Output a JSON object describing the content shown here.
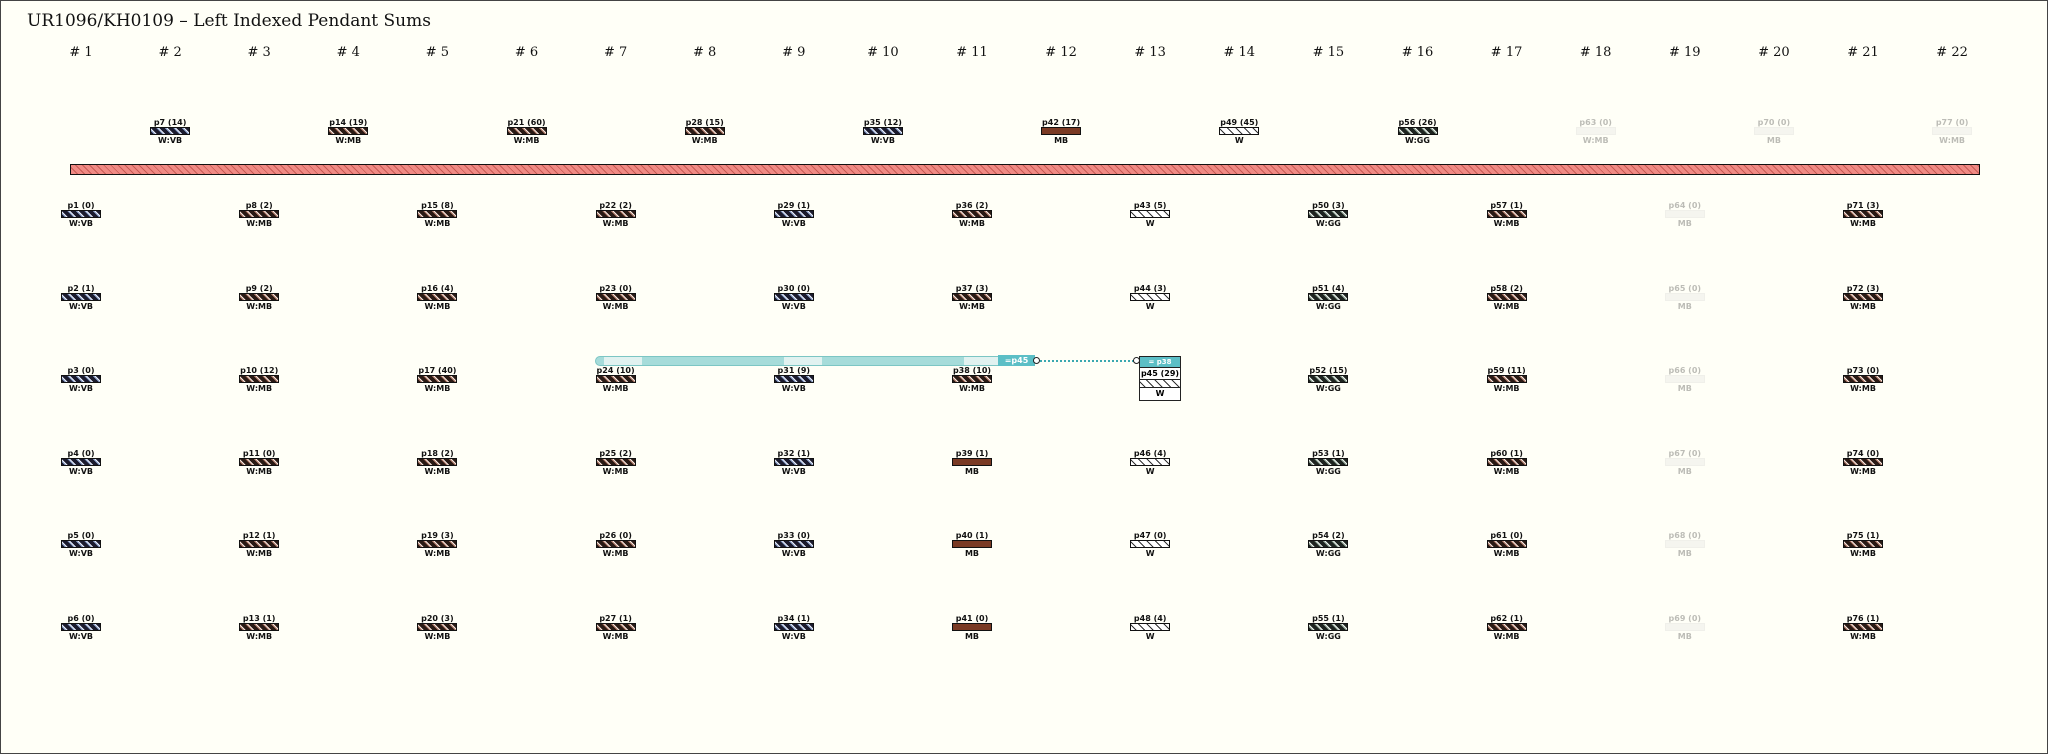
{
  "title": "UR1096/KH0109 – Left Indexed Pendant Sums",
  "main_cord_color": "#f08a84",
  "columns": [
    "# 1",
    "# 2",
    "# 3",
    "# 4",
    "# 5",
    "# 6",
    "# 7",
    "# 8",
    "# 9",
    "# 10",
    "# 11",
    "# 12",
    "# 13",
    "# 14",
    "# 15",
    "# 16",
    "# 17",
    "# 18",
    "# 19",
    "# 20",
    "# 21",
    "# 22"
  ],
  "top_pendants": [
    {
      "label": "p7 (14)",
      "color": "W:VB",
      "pattern": "VB",
      "col": 2
    },
    {
      "label": "p14 (19)",
      "color": "W:MB",
      "pattern": "MB",
      "col": 4
    },
    {
      "label": "p21 (60)",
      "color": "W:MB",
      "pattern": "MB",
      "col": 6
    },
    {
      "label": "p28 (15)",
      "color": "W:MB",
      "pattern": "MB",
      "col": 8
    },
    {
      "label": "p35 (12)",
      "color": "W:VB",
      "pattern": "VB",
      "col": 10
    },
    {
      "label": "p42 (17)",
      "color": "MB",
      "pattern": "MBs",
      "col": 12
    },
    {
      "label": "p49 (45)",
      "color": "W",
      "pattern": "W",
      "col": 14
    },
    {
      "label": "p56 (26)",
      "color": "W:GG",
      "pattern": "GG",
      "col": 16
    },
    {
      "label": "p63 (0)",
      "color": "W:MB",
      "pattern": "ghost",
      "col": 18,
      "ghost": true
    },
    {
      "label": "p70 (0)",
      "color": "MB",
      "pattern": "ghost",
      "col": 20,
      "ghost": true
    },
    {
      "label": "p77 (0)",
      "color": "W:MB",
      "pattern": "ghost",
      "col": 22,
      "ghost": true
    }
  ],
  "bottom_columns": [
    {
      "col": 1,
      "pendants": [
        {
          "label": "p1 (0)",
          "color": "W:VB",
          "pattern": "VB"
        },
        {
          "label": "p2 (1)",
          "color": "W:VB",
          "pattern": "VB"
        },
        {
          "label": "p3 (0)",
          "color": "W:VB",
          "pattern": "VB"
        },
        {
          "label": "p4 (0)",
          "color": "W:VB",
          "pattern": "VB"
        },
        {
          "label": "p5 (0)",
          "color": "W:VB",
          "pattern": "VB"
        },
        {
          "label": "p6 (0)",
          "color": "W:VB",
          "pattern": "VB"
        }
      ]
    },
    {
      "col": 3,
      "pendants": [
        {
          "label": "p8 (2)",
          "color": "W:MB",
          "pattern": "MB"
        },
        {
          "label": "p9 (2)",
          "color": "W:MB",
          "pattern": "MB"
        },
        {
          "label": "p10 (12)",
          "color": "W:MB",
          "pattern": "MB"
        },
        {
          "label": "p11 (0)",
          "color": "W:MB",
          "pattern": "MB"
        },
        {
          "label": "p12 (1)",
          "color": "W:MB",
          "pattern": "MB"
        },
        {
          "label": "p13 (1)",
          "color": "W:MB",
          "pattern": "MB"
        }
      ]
    },
    {
      "col": 5,
      "pendants": [
        {
          "label": "p15 (8)",
          "color": "W:MB",
          "pattern": "MB"
        },
        {
          "label": "p16 (4)",
          "color": "W:MB",
          "pattern": "MB"
        },
        {
          "label": "p17 (40)",
          "color": "W:MB",
          "pattern": "MB"
        },
        {
          "label": "p18 (2)",
          "color": "W:MB",
          "pattern": "MB"
        },
        {
          "label": "p19 (3)",
          "color": "W:MB",
          "pattern": "MB"
        },
        {
          "label": "p20 (3)",
          "color": "W:MB",
          "pattern": "MB"
        }
      ]
    },
    {
      "col": 7,
      "pendants": [
        {
          "label": "p22 (2)",
          "color": "W:MB",
          "pattern": "MB"
        },
        {
          "label": "p23 (0)",
          "color": "W:MB",
          "pattern": "MB"
        },
        {
          "label": "p24 (10)",
          "color": "W:MB",
          "pattern": "MB"
        },
        {
          "label": "p25 (2)",
          "color": "W:MB",
          "pattern": "MB"
        },
        {
          "label": "p26 (0)",
          "color": "W:MB",
          "pattern": "MB"
        },
        {
          "label": "p27 (1)",
          "color": "W:MB",
          "pattern": "MB"
        }
      ]
    },
    {
      "col": 9,
      "pendants": [
        {
          "label": "p29 (1)",
          "color": "W:VB",
          "pattern": "VB"
        },
        {
          "label": "p30 (0)",
          "color": "W:VB",
          "pattern": "VB"
        },
        {
          "label": "p31 (9)",
          "color": "W:VB",
          "pattern": "VB"
        },
        {
          "label": "p32 (1)",
          "color": "W:VB",
          "pattern": "VB"
        },
        {
          "label": "p33 (0)",
          "color": "W:VB",
          "pattern": "VB"
        },
        {
          "label": "p34 (1)",
          "color": "W:VB",
          "pattern": "VB"
        }
      ]
    },
    {
      "col": 11,
      "pendants": [
        {
          "label": "p36 (2)",
          "color": "W:MB",
          "pattern": "MB"
        },
        {
          "label": "p37 (3)",
          "color": "W:MB",
          "pattern": "MB"
        },
        {
          "label": "p38 (10)",
          "color": "W:MB",
          "pattern": "MB"
        },
        {
          "label": "p39 (1)",
          "color": "MB",
          "pattern": "MBs"
        },
        {
          "label": "p40 (1)",
          "color": "MB",
          "pattern": "MBs"
        },
        {
          "label": "p41 (0)",
          "color": "MB",
          "pattern": "MBs"
        }
      ]
    },
    {
      "col": 13,
      "pendants": [
        {
          "label": "p43 (5)",
          "color": "W",
          "pattern": "W"
        },
        {
          "label": "p44 (3)",
          "color": "W",
          "pattern": "W"
        },
        {
          "label": "p45 (29)",
          "color": "W",
          "pattern": "W",
          "highlight": true
        },
        {
          "label": "p46 (4)",
          "color": "W",
          "pattern": "W"
        },
        {
          "label": "p47 (0)",
          "color": "W",
          "pattern": "W"
        },
        {
          "label": "p48 (4)",
          "color": "W",
          "pattern": "W"
        }
      ]
    },
    {
      "col": 15,
      "pendants": [
        {
          "label": "p50 (3)",
          "color": "W:GG",
          "pattern": "GG"
        },
        {
          "label": "p51 (4)",
          "color": "W:GG",
          "pattern": "GG"
        },
        {
          "label": "p52 (15)",
          "color": "W:GG",
          "pattern": "GG"
        },
        {
          "label": "p53 (1)",
          "color": "W:GG",
          "pattern": "GG"
        },
        {
          "label": "p54 (2)",
          "color": "W:GG",
          "pattern": "GG"
        },
        {
          "label": "p55 (1)",
          "color": "W:GG",
          "pattern": "GG"
        }
      ]
    },
    {
      "col": 17,
      "pendants": [
        {
          "label": "p57 (1)",
          "color": "W:MB",
          "pattern": "MB"
        },
        {
          "label": "p58 (2)",
          "color": "W:MB",
          "pattern": "MB"
        },
        {
          "label": "p59 (11)",
          "color": "W:MB",
          "pattern": "MB"
        },
        {
          "label": "p60 (1)",
          "color": "W:MB",
          "pattern": "MB"
        },
        {
          "label": "p61 (0)",
          "color": "W:MB",
          "pattern": "MB"
        },
        {
          "label": "p62 (1)",
          "color": "W:MB",
          "pattern": "MB"
        }
      ]
    },
    {
      "col": 19,
      "ghost": true,
      "pendants": [
        {
          "label": "p64 (0)",
          "color": "MB",
          "pattern": "ghost"
        },
        {
          "label": "p65 (0)",
          "color": "MB",
          "pattern": "ghost"
        },
        {
          "label": "p66 (0)",
          "color": "MB",
          "pattern": "ghost"
        },
        {
          "label": "p67 (0)",
          "color": "MB",
          "pattern": "ghost"
        },
        {
          "label": "p68 (0)",
          "color": "MB",
          "pattern": "ghost"
        },
        {
          "label": "p69 (0)",
          "color": "MB",
          "pattern": "ghost"
        }
      ]
    },
    {
      "col": 21,
      "pendants": [
        {
          "label": "p71 (3)",
          "color": "W:MB",
          "pattern": "MB"
        },
        {
          "label": "p72 (3)",
          "color": "W:MB",
          "pattern": "MB"
        },
        {
          "label": "p73 (0)",
          "color": "W:MB",
          "pattern": "MB"
        },
        {
          "label": "p74 (0)",
          "color": "W:MB",
          "pattern": "MB"
        },
        {
          "label": "p75 (1)",
          "color": "W:MB",
          "pattern": "MB"
        },
        {
          "label": "p76 (1)",
          "color": "W:MB",
          "pattern": "MB"
        }
      ]
    }
  ],
  "sum_highlight": {
    "tag": "=p45",
    "target_header": "= p38",
    "target_label": "p45 (29)",
    "target_color": "W",
    "highlight_color": "#a6dcda",
    "tag_color": "#5cbfc6"
  }
}
